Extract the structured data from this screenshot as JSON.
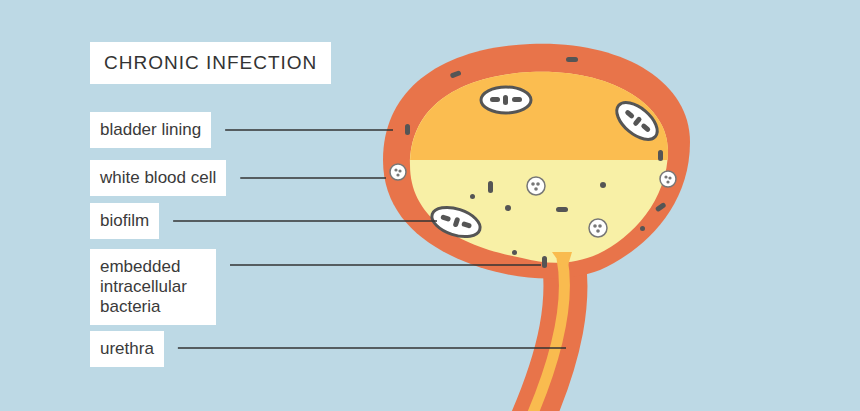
{
  "diagram": {
    "title": "CHRONIC INFECTION",
    "nodes": [
      {
        "text": [
          "bladder lining"
        ]
      },
      {
        "text": [
          "white blood cell"
        ]
      },
      {
        "text": [
          "biofilm"
        ]
      },
      {
        "text": [
          "embedded intracellular bacteria"
        ]
      },
      {
        "text": [
          "urethra"
        ]
      }
    ]
  }
}
